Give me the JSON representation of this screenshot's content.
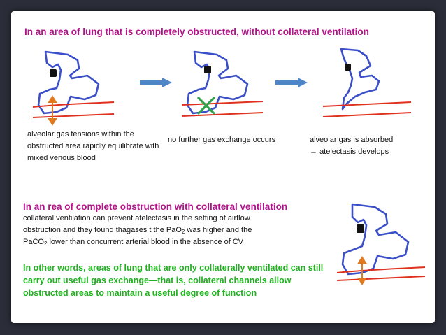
{
  "title": "In an area of lung that is completely obstructed, without collateral ventilation",
  "captions": {
    "panel1": "alveolar gas tensions within the obstructed area rapidly equilibrate with mixed venous blood",
    "panel2": "no further gas exchange occurs",
    "panel3_line1": "alveolar gas is absorbed",
    "panel3_line2": "atelectasis develops",
    "panel3_arrow_glyph": "→"
  },
  "section2": {
    "heading": "In an rea of complete obstruction with collateral ventilation",
    "line1": "collateral ventilation can prevent atelectasis in the setting of airflow",
    "line2": "obstruction and they found thagases t the PaO",
    "line2_sub": "2",
    "line2_end": " was higher and the",
    "line3_start": "PaCO",
    "line3_sub": "2",
    "line3_end": " lower than concurrent arterial blood in the absence of CV"
  },
  "green_text": "In other words, areas of lung that are only collaterally ventilated can still carry out useful gas exchange—that is, collateral channels allow obstructed areas to maintain a useful degree of function",
  "colors": {
    "heading": "#b0138a",
    "green": "#20b020",
    "alveolus": "#3a4fc8",
    "vessel": "#e0301e",
    "diffusion_arrow": "#e07a20",
    "flow_arrow": "#4f86c6",
    "cross": "#2fa24a",
    "background": "#2b2d38"
  }
}
